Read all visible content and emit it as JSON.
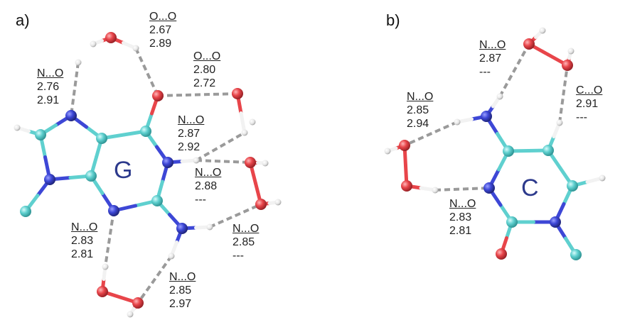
{
  "panels": {
    "a": {
      "letter": "a)",
      "base": "G"
    },
    "b": {
      "letter": "b)",
      "base": "C"
    }
  },
  "labels": {
    "a1": {
      "title": "N...O",
      "v1": "2.76",
      "v2": "2.91"
    },
    "a2": {
      "title": "O...O",
      "v1": "2.67",
      "v2": "2.89"
    },
    "a3": {
      "title": "O...O",
      "v1": "2.80",
      "v2": "2.72"
    },
    "a4": {
      "title": "N...O",
      "v1": "2.87",
      "v2": "2.92"
    },
    "a5": {
      "title": "N...O",
      "v1": "2.88",
      "v2": "---"
    },
    "a6": {
      "title": "N...O",
      "v1": "2.85",
      "v2": "---"
    },
    "a7": {
      "title": "N...O",
      "v1": "2.83",
      "v2": "2.81"
    },
    "a8": {
      "title": "N...O",
      "v1": "2.85",
      "v2": "2.97"
    },
    "b1": {
      "title": "N...O",
      "v1": "2.87",
      "v2": "---"
    },
    "b2": {
      "title": "C...O",
      "v1": "2.91",
      "v2": "---"
    },
    "b3": {
      "title": "N...O",
      "v1": "2.85",
      "v2": "2.94"
    },
    "b4": {
      "title": "N...O",
      "v1": "2.83",
      "v2": "2.81"
    }
  },
  "colors": {
    "carbon": "#5fd0cf",
    "nitrogen": "#3d47d6",
    "oxygen": "#e8454a",
    "hydrogen": "#f2f2f2",
    "hbond": "#9a9a9a"
  }
}
